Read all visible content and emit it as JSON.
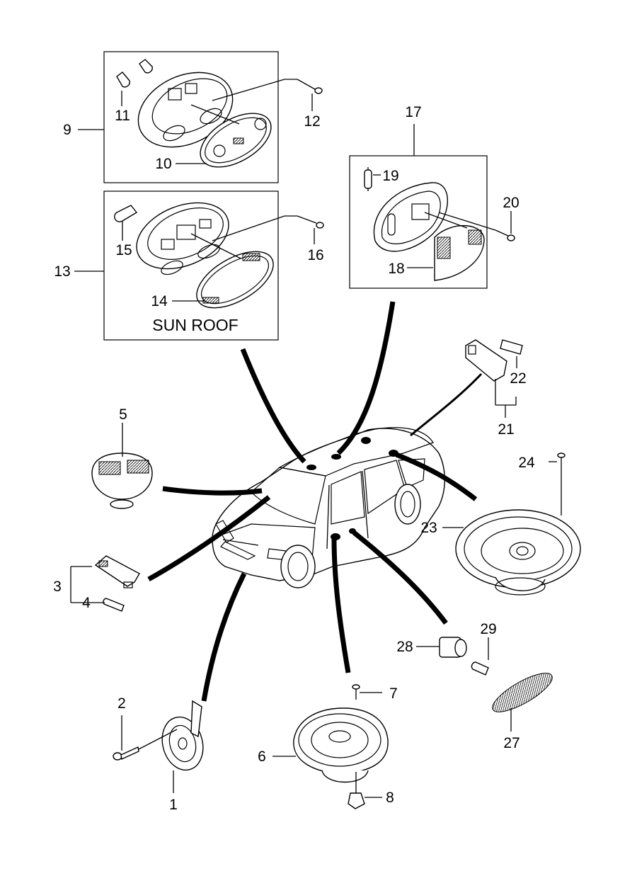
{
  "callouts": {
    "c1": "1",
    "c2": "2",
    "c3": "3",
    "c4": "4",
    "c5": "5",
    "c6": "6",
    "c7": "7",
    "c8": "8",
    "c9": "9",
    "c10": "10",
    "c11": "11",
    "c12": "12",
    "c13": "13",
    "c14": "14",
    "c15": "15",
    "c16": "16",
    "c17": "17",
    "c18": "18",
    "c19": "19",
    "c20": "20",
    "c21": "21",
    "c22": "22",
    "c23": "23",
    "c24": "24",
    "c27": "27",
    "c28": "28",
    "c29": "29"
  },
  "captions": {
    "sunroof": "SUN ROOF"
  }
}
